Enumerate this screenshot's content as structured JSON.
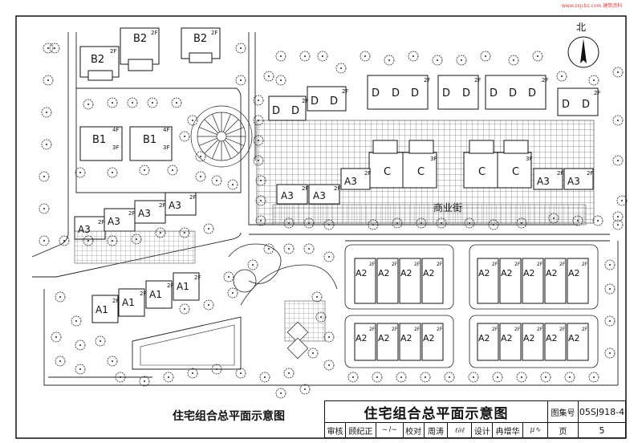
{
  "drawing": {
    "north_label": "北",
    "street_label": "商业街",
    "caption": "住宅组合总平面示意图",
    "corner_mark": "www.zxjcbz.com 建筑资料",
    "buildings": {
      "B2": {
        "label": "B2",
        "floors": "2F"
      },
      "B1": {
        "label": "B1",
        "floors_a": "4F",
        "floors_b": "3F"
      },
      "D": {
        "label": "D",
        "floors": "2F"
      },
      "C": {
        "label": "C",
        "floors": "3F"
      },
      "A3": {
        "label": "A3",
        "floors": "2F"
      },
      "A1": {
        "label": "A1",
        "floors": "2F"
      },
      "A2": {
        "label": "A2",
        "floors": "2F"
      }
    }
  },
  "title_block": {
    "title": "住宅组合总平面示意图",
    "atlas_label": "图集号",
    "atlas_value": "05SJ918-4",
    "page_label": "页",
    "page_value": "5",
    "review_label": "审核",
    "review_name": "顾纪正",
    "check_label": "校对",
    "check_name": "周涛",
    "design_label": "设计",
    "design_name": "冉增华"
  }
}
